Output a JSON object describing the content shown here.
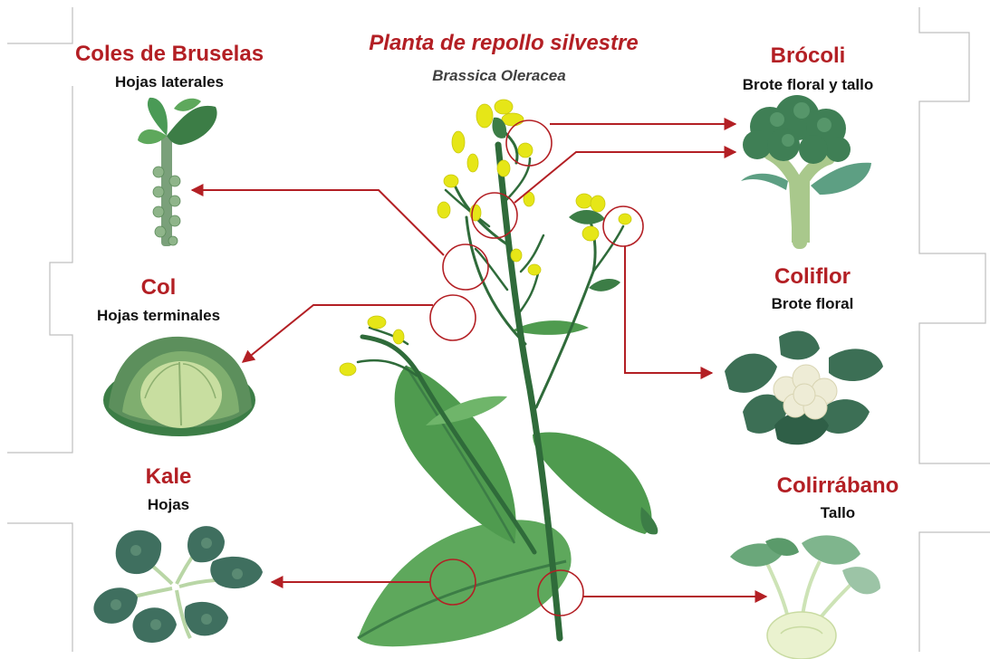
{
  "header": {
    "title": "Planta de repollo silvestre",
    "subtitle": "Brassica Oleracea"
  },
  "colors": {
    "accent_red": "#b31f24",
    "leaf_green": "#4f9b4f",
    "leaf_dark": "#3c7d46",
    "stem_green": "#2f6b3a",
    "flower_yellow": "#e6e617",
    "frame_gray": "#bfbfbf"
  },
  "varieties": [
    {
      "id": "coles-de-bruselas",
      "name": "Coles de Bruselas",
      "part": "Hojas laterales",
      "icon": "brussels-sprouts-icon"
    },
    {
      "id": "col",
      "name": "Col",
      "part": "Hojas terminales",
      "icon": "cabbage-icon"
    },
    {
      "id": "kale",
      "name": "Kale",
      "part": "Hojas",
      "icon": "kale-icon"
    },
    {
      "id": "brocoli",
      "name": "Brócoli",
      "part": "Brote floral y tallo",
      "icon": "broccoli-icon"
    },
    {
      "id": "coliflor",
      "name": "Coliflor",
      "part": "Brote floral",
      "icon": "cauliflower-icon"
    },
    {
      "id": "colirrabano",
      "name": "Colirrábano",
      "part": "Tallo",
      "icon": "kohlrabi-icon"
    }
  ]
}
